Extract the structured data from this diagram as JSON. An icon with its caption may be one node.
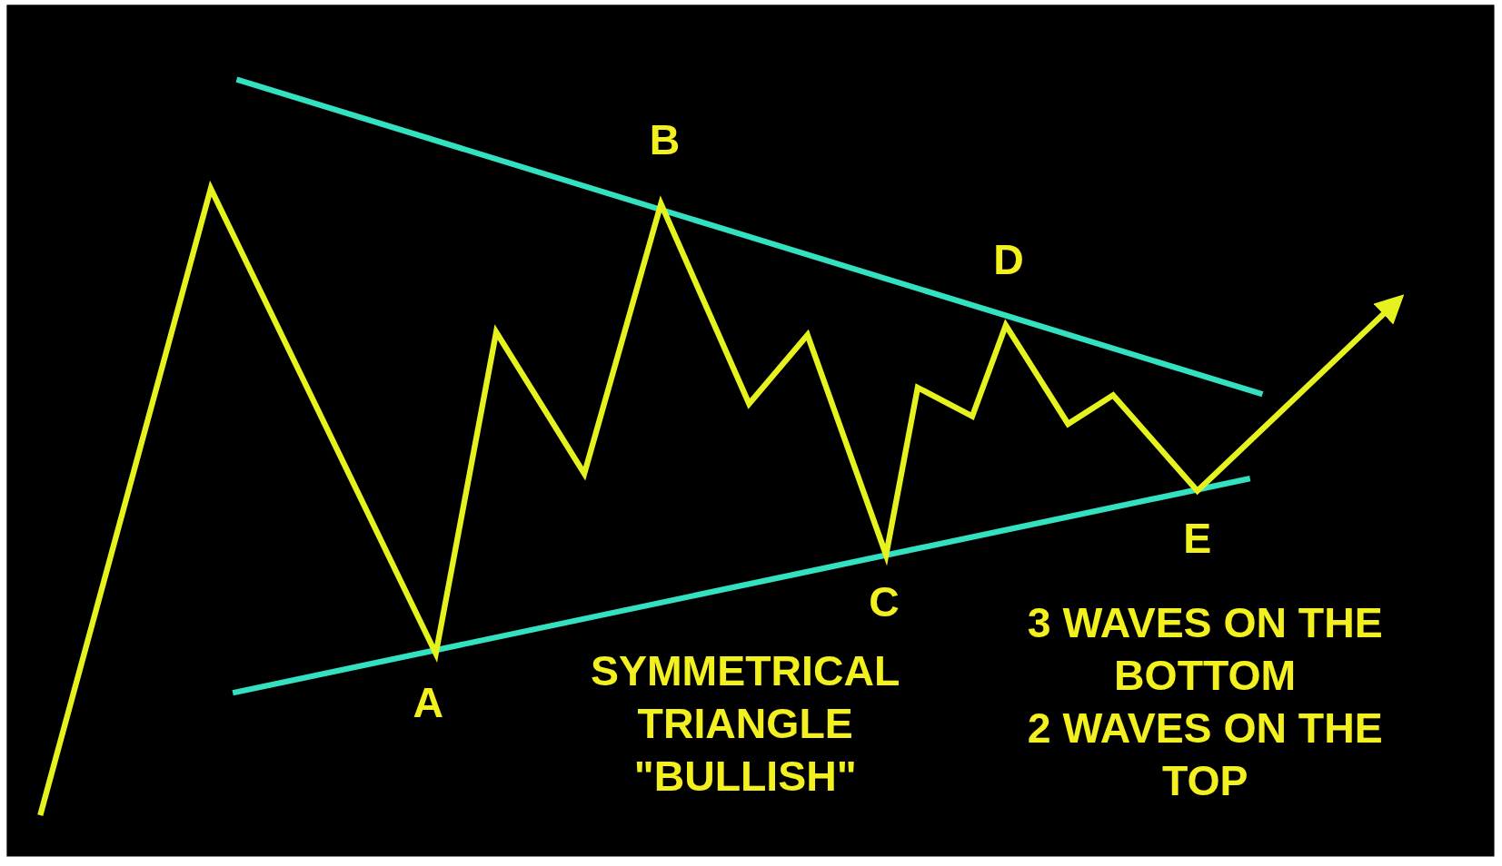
{
  "diagram": {
    "labels": [
      "B",
      "D",
      "E",
      "C",
      "3 WAVES ON THE BOTTOM",
      "SYMMETRICAL TRIANGLE \"BULLISH\"",
      "2 WAVES ON THE TOP",
      "A"
    ]
  }
}
